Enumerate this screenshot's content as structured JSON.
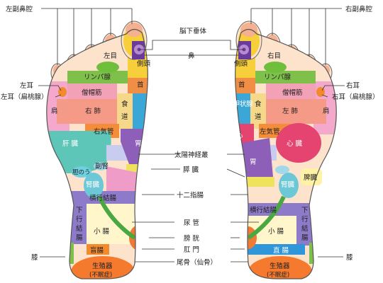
{
  "colors": {
    "outline": "#555555",
    "skin": "#fde3cc",
    "sinus": "#f5b090",
    "head": "#f6cf3a",
    "brain_stem": "#6a3c9a",
    "nose": "#b88ad0",
    "eye": "#6fbf3d",
    "ear": "#7a55a5",
    "lymph": "#7ec04a",
    "shoulder": "#f4a9cc",
    "trapezius": "#f3a1b7",
    "lung": "#f59a86",
    "neck": "#f18e45",
    "esophagus": "#f5d88a",
    "thyroid": "#3aa7d6",
    "bronchus": "#f48d3a",
    "stomach": "#8d5fb8",
    "liver": "#5ec6b9",
    "heart": "#e4446f",
    "solar_plexus": "#c8cdf0",
    "pancreas": "#f0e35c",
    "spleen": "#fff2a4",
    "duodenum": "#f09cc8",
    "gallbladder": "#6fd0e0",
    "adrenal": "#a3d7ea",
    "kidney": "#6cc7d6",
    "ureter": "#4aa843",
    "colon": "#8d7ac8",
    "small_intestine": "#fff6cc",
    "bladder": "#ef7a36",
    "appendix": "#f28a2e",
    "rectum": "#2f96d9",
    "knee": "#7ec04a",
    "reproductive": "#f57a2e"
  },
  "labels": {
    "left_sinus": "左副鼻腔",
    "right_sinus": "右副鼻腔",
    "pituitary": "脳下垂体",
    "nose": "鼻",
    "left_ear": "左耳",
    "left_ear_tonsil": "左耳（扁桃腺）",
    "right_ear": "右耳",
    "right_ear_tonsil": "右耳（扁桃腺）",
    "solar_plexus": "太陽神経叢",
    "pancreas": "膵 臓",
    "duodenum": "十二指腸",
    "ureter": "尿 管",
    "bladder": "膀 胱",
    "anus": "肛 門",
    "coccyx": "尾骨（仙骨）",
    "knee_left": "膝",
    "knee_right": "膝"
  },
  "zones": {
    "left_eye": "左目",
    "right_eye": "右目",
    "side_head": "側頭",
    "lymph": "リンパ腺",
    "neck": "首",
    "trapezius": "僧帽筋",
    "shoulder": "肩",
    "left_lung": "左 肺",
    "right_lung": "右 肺",
    "esophagus_1": "食",
    "esophagus_2": "道",
    "thyroid_1": "甲",
    "thyroid_2": "状",
    "thyroid_3": "腺",
    "right_bronchus": "右気管",
    "left_bronchus": "左気管",
    "liver": "肝 臓",
    "heart": "心 臓",
    "heart_small": "心",
    "stomach": "胃",
    "gallbladder": "胆のう",
    "adrenal": "副腎",
    "kidney": "腎臓",
    "spleen": "脾臓",
    "transverse_colon": "横行結腸",
    "ascending_colon": [
      "下",
      "行",
      "結",
      "腸"
    ],
    "small_intestine": "小 腸",
    "appendix": "盲腸",
    "rectum": "直 腸",
    "reproductive_1": "生殖器",
    "reproductive_2": "(不眠症)"
  }
}
